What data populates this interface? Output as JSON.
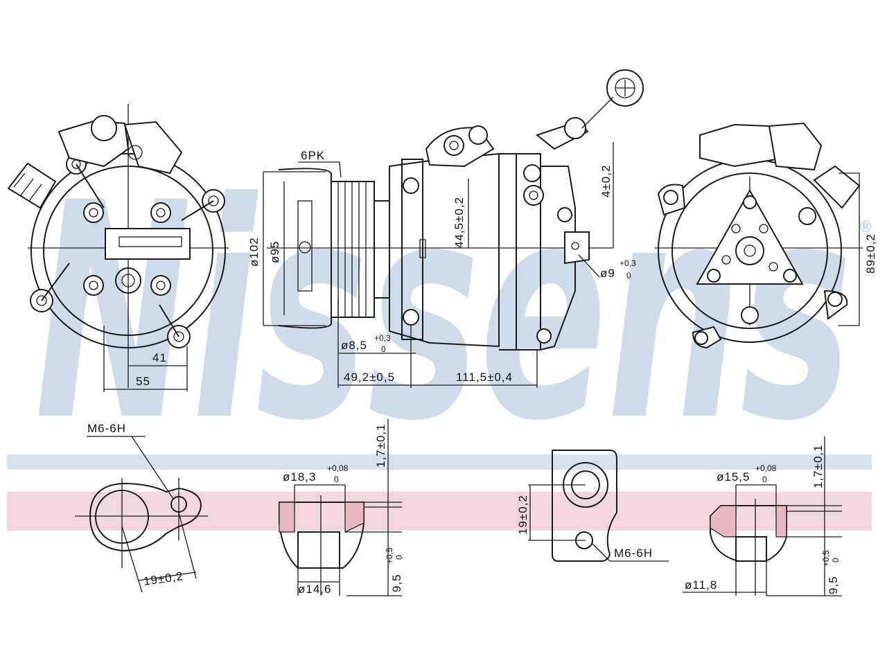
{
  "brand": {
    "watermark": "Nissens",
    "registered_mark": "®",
    "colors": {
      "watermark_blue": "#cfdbe8",
      "stripe_blue": "#d6e1ec",
      "stripe_red": "#f2d6de",
      "line": "#1a1a1a"
    }
  },
  "labels": {
    "belt": "6PK",
    "thread_left": "M6-6H",
    "thread_right": "M6-6H"
  },
  "dimensions": {
    "d102": "ø102",
    "d95": "ø95",
    "d44_5": "44,5±0,2",
    "d4": "4±0,2",
    "d89": "89±0,2",
    "d9": "ø9",
    "d9_tol_up": "+0,3",
    "d9_tol_dn": "0",
    "d8_5": "ø8,5",
    "d8_5_tol_up": "+0,3",
    "d8_5_tol_dn": "0",
    "d41": "41",
    "d55": "55",
    "d49_2": "49,2±0,5",
    "d111_5": "111,5±0,4",
    "d19_left": "19±0,2",
    "d18_3": "ø18,3",
    "d18_3_tol_up": "+0,08",
    "d18_3_tol_dn": "0",
    "d1_7_a": "1,7±0,1",
    "d14_6": "ø14,6",
    "d9_5_a": "9,5",
    "d9_5_a_tol_up": "+0,5",
    "d9_5_a_tol_dn": "0",
    "d19_right": "19±0,2",
    "d15_5": "ø15,5",
    "d15_5_tol_up": "+0,08",
    "d15_5_tol_dn": "0",
    "d1_7_b": "1,7±0,1",
    "d11_8": "ø11,8",
    "d9_5_b": "9,5",
    "d9_5_b_tol_up": "+0,5",
    "d9_5_b_tol_dn": "0"
  }
}
